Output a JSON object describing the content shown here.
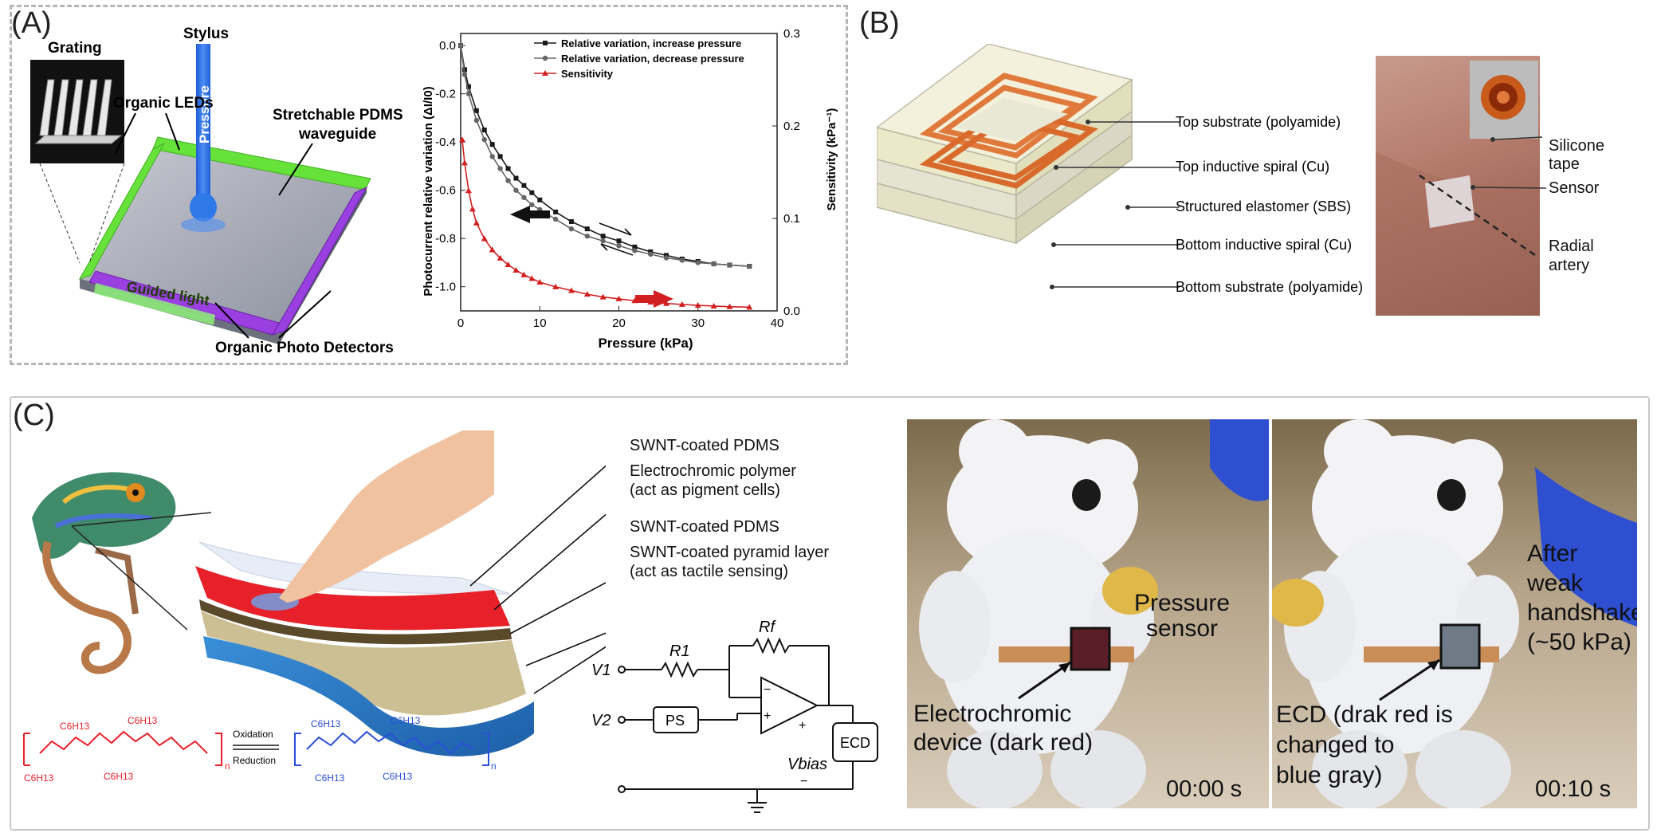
{
  "panels": {
    "a": {
      "label": "(A)",
      "device": {
        "grating": "Grating",
        "stylus": "Stylus",
        "pressure": "Pressure",
        "organic_leds": "Organic LEDs",
        "waveguide_l1": "Stretchable PDMS",
        "waveguide_l2": "waveguide",
        "guided_light": "Guided light",
        "photo_detectors": "Organic Photo Detectors"
      }
    },
    "b": {
      "label": "(B)",
      "layers": [
        "Top substrate (polyamide)",
        "Top inductive spiral (Cu)",
        "Structured elastomer (SBS)",
        "Bottom inductive spiral (Cu)",
        "Bottom substrate (polyamide)"
      ],
      "photo": {
        "silicone_l1": "Silicone",
        "silicone_l2": "tape",
        "sensor": "Sensor",
        "radial_l1": "Radial",
        "radial_l2": "artery"
      }
    },
    "c": {
      "label": "(C)",
      "layers": [
        "SWNT-coated PDMS",
        "Electrochromic polymer",
        "(act as pigment cells)",
        "SWNT-coated PDMS",
        "SWNT-coated pyramid layer",
        "(act as tactile sensing)"
      ],
      "chemistry": {
        "oxidation": "Oxidation",
        "reduction": "Reduction",
        "substituent": "C6H13",
        "n": "n"
      },
      "circuit": {
        "r1": "R1",
        "rf": "Rf",
        "v1": "V1",
        "v2": "V2",
        "ps": "PS",
        "vbias": "Vbias",
        "ecd": "ECD",
        "plus": "+",
        "minus": "−"
      },
      "frame1": {
        "pressure_l1": "Pressure",
        "pressure_l2": "sensor",
        "device_l1": "Electrochromic",
        "device_l2": "device (dark red)",
        "time": "00:00 s"
      },
      "frame2": {
        "after_l1": "After",
        "after_l2": "weak",
        "after_l3": "handshake",
        "after_l4": "(~50 kPa)",
        "ecd_l1": "ECD (drak red is",
        "ecd_l2": "changed to",
        "ecd_l3": "blue gray)",
        "time": "00:10 s"
      }
    }
  },
  "chart_data": {
    "type": "line",
    "xlabel": "Pressure (kPa)",
    "ylabel": "Photocurrent relative variation (ΔI/I0)",
    "y2label": "Sensitivity (kPa⁻¹)",
    "xlim": [
      0,
      40
    ],
    "ylim": [
      -1.1,
      0.05
    ],
    "y2lim": [
      0,
      0.3
    ],
    "x_ticks": [
      "0",
      "10",
      "20",
      "30",
      "40"
    ],
    "y_ticks": [
      "0.0",
      "-0.2",
      "-0.4",
      "-0.6",
      "-0.8",
      "-1.0"
    ],
    "y2_ticks": [
      "0.0",
      "0.1",
      "0.2",
      "0.3"
    ],
    "legend_position": "top-right",
    "series": [
      {
        "name": "Relative variation, increase pressure",
        "axis": "left",
        "color": "#1a1a1a",
        "marker": "square",
        "x": [
          0,
          0.5,
          1,
          2,
          3,
          4,
          5,
          6,
          7,
          8,
          9,
          10,
          12,
          14,
          16,
          18,
          20,
          22,
          24,
          26,
          28,
          30,
          32,
          34,
          36.5
        ],
        "y": [
          0,
          -0.1,
          -0.17,
          -0.27,
          -0.35,
          -0.41,
          -0.46,
          -0.51,
          -0.55,
          -0.58,
          -0.61,
          -0.64,
          -0.69,
          -0.73,
          -0.76,
          -0.79,
          -0.81,
          -0.835,
          -0.855,
          -0.87,
          -0.885,
          -0.895,
          -0.905,
          -0.91,
          -0.915
        ]
      },
      {
        "name": "Relative variation, decrease pressure",
        "axis": "left",
        "color": "#666666",
        "marker": "circle",
        "x": [
          0,
          0.5,
          1,
          2,
          3,
          4,
          5,
          6,
          7,
          8,
          9,
          10,
          12,
          14,
          16,
          18,
          20,
          22,
          24,
          26,
          28,
          30,
          32,
          34,
          36.5
        ],
        "y": [
          0,
          -0.12,
          -0.2,
          -0.31,
          -0.39,
          -0.46,
          -0.51,
          -0.56,
          -0.6,
          -0.63,
          -0.66,
          -0.68,
          -0.72,
          -0.76,
          -0.79,
          -0.81,
          -0.83,
          -0.85,
          -0.865,
          -0.88,
          -0.89,
          -0.9,
          -0.905,
          -0.91,
          -0.915
        ]
      },
      {
        "name": "Sensitivity",
        "axis": "right",
        "color": "#d22020",
        "marker": "triangle",
        "x": [
          0.2,
          0.5,
          1,
          1.5,
          2,
          3,
          4,
          5,
          6,
          7,
          8,
          9,
          10,
          12,
          14,
          16,
          18,
          20,
          22,
          24,
          26,
          28,
          30,
          32,
          34,
          36.5
        ],
        "y": [
          0.185,
          0.16,
          0.13,
          0.11,
          0.095,
          0.078,
          0.066,
          0.057,
          0.05,
          0.044,
          0.039,
          0.035,
          0.031,
          0.026,
          0.022,
          0.018,
          0.015,
          0.013,
          0.011,
          0.0095,
          0.008,
          0.007,
          0.006,
          0.0052,
          0.0045,
          0.004
        ]
      }
    ]
  },
  "colors": {
    "increase": "#1a1a1a",
    "decrease": "#666666",
    "sensitivity": "#d22020",
    "copper": "#e07a3c",
    "polymer_red": "#e8202a",
    "polymer_blue": "#2a4fd8",
    "led_green": "#66e23a",
    "detector_purple": "#9a3fe0"
  }
}
